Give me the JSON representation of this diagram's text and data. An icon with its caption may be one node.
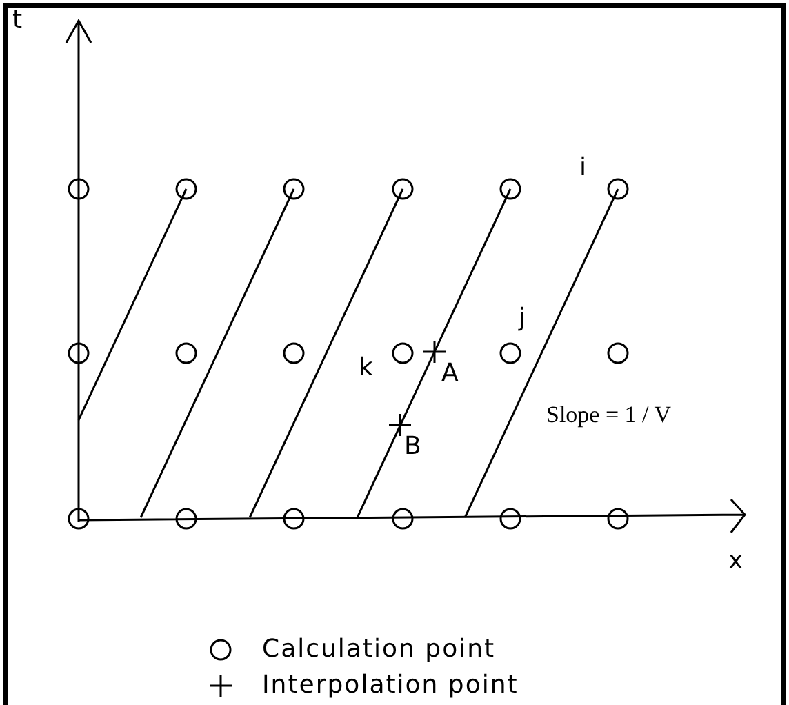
{
  "diagram": {
    "labels": [
      "t",
      "i",
      "j",
      "k",
      "A",
      "B",
      "Slope = 1 / V",
      "x"
    ],
    "legend": [
      {
        "text": "Calculation point"
      },
      {
        "text": "Interpolation point"
      }
    ]
  }
}
